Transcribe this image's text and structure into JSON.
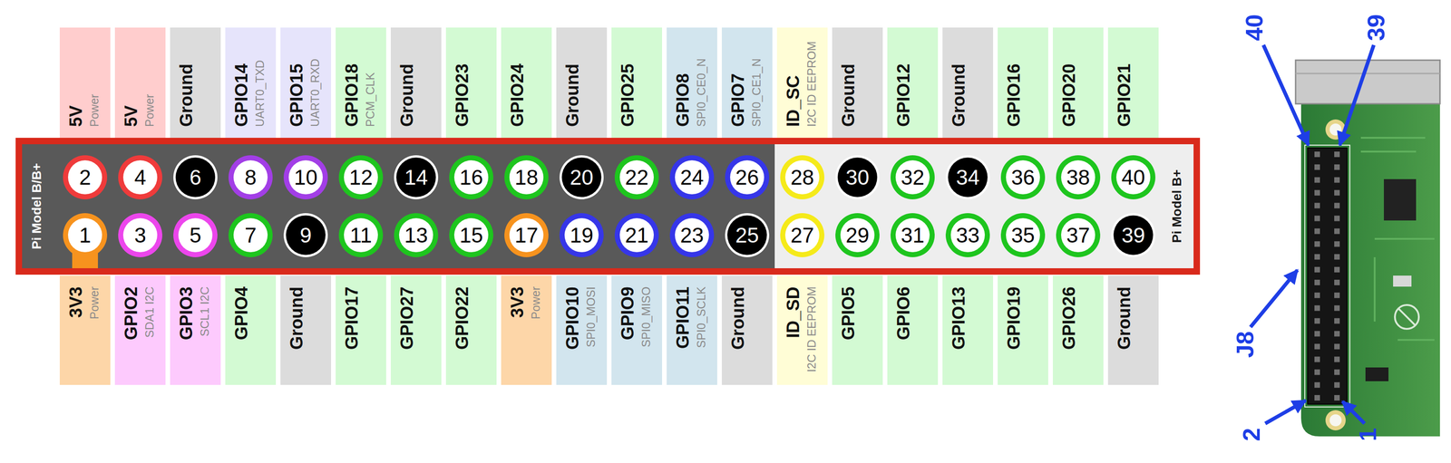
{
  "diagram": {
    "nodes": [
      {
        "text": [
          "5V",
          "Power"
        ]
      },
      {
        "text": [
          "5V",
          "Power"
        ]
      },
      {
        "text": [
          "Ground"
        ]
      },
      {
        "text": [
          "GPIO14",
          "UART0_TXD"
        ]
      },
      {
        "text": [
          "GPIO15",
          "UART0_RXD"
        ]
      },
      {
        "text": [
          "GPIO18",
          "PCM_CLK"
        ]
      },
      {
        "text": [
          "Ground"
        ]
      },
      {
        "text": [
          "GPIO23"
        ]
      },
      {
        "text": [
          "GPIO24"
        ]
      },
      {
        "text": [
          "Ground"
        ]
      },
      {
        "text": [
          "GPIO25"
        ]
      },
      {
        "text": [
          "GPIO8",
          "SPI0_CE0_N"
        ]
      },
      {
        "text": [
          "GPIO7",
          "SPI0_CE1_N"
        ]
      },
      {
        "text": [
          "ID_SC",
          "I2C ID EEPROM"
        ]
      },
      {
        "text": [
          "Ground"
        ]
      },
      {
        "text": [
          "GPIO12"
        ]
      },
      {
        "text": [
          "Ground"
        ]
      },
      {
        "text": [
          "GPIO16"
        ]
      },
      {
        "text": [
          "GPIO20"
        ]
      },
      {
        "text": [
          "GPIO21"
        ]
      },
      {
        "text": [
          "Pi Model B/B+",
          "Pi Model B+"
        ]
      },
      {
        "text": [
          "2"
        ],
        "in": 20
      },
      {
        "text": [
          "4"
        ],
        "in": 20
      },
      {
        "text": [
          "6"
        ],
        "in": 20
      },
      {
        "text": [
          "8"
        ],
        "in": 20
      },
      {
        "text": [
          "10"
        ],
        "in": 20
      },
      {
        "text": [
          "12"
        ],
        "in": 20
      },
      {
        "text": [
          "14"
        ],
        "in": 20
      },
      {
        "text": [
          "16"
        ],
        "in": 20
      },
      {
        "text": [
          "18"
        ],
        "in": 20
      },
      {
        "text": [
          "20"
        ],
        "in": 20
      },
      {
        "text": [
          "22"
        ],
        "in": 20
      },
      {
        "text": [
          "24"
        ],
        "in": 20
      },
      {
        "text": [
          "26"
        ],
        "in": 20
      },
      {
        "text": [
          "28"
        ],
        "in": 20
      },
      {
        "text": [
          "30"
        ],
        "in": 20
      },
      {
        "text": [
          "32"
        ],
        "in": 20
      },
      {
        "text": [
          "34"
        ],
        "in": 20
      },
      {
        "text": [
          "36"
        ],
        "in": 20
      },
      {
        "text": [
          "38"
        ],
        "in": 20
      },
      {
        "text": [
          "40"
        ],
        "in": 20
      },
      {
        "text": [
          "1"
        ],
        "in": 20
      },
      {
        "text": [
          "3"
        ],
        "in": 20
      },
      {
        "text": [
          "5"
        ],
        "in": 20
      },
      {
        "text": [
          "7"
        ],
        "in": 20
      },
      {
        "text": [
          "9"
        ],
        "in": 20
      },
      {
        "text": [
          "11"
        ],
        "in": 20
      },
      {
        "text": [
          "13"
        ],
        "in": 20
      },
      {
        "text": [
          "15"
        ],
        "in": 20
      },
      {
        "text": [
          "17"
        ],
        "in": 20
      },
      {
        "text": [
          "19"
        ],
        "in": 20
      },
      {
        "text": [
          "21"
        ],
        "in": 20
      },
      {
        "text": [
          "23"
        ],
        "in": 20
      },
      {
        "text": [
          "25"
        ],
        "in": 20
      },
      {
        "text": [
          "27"
        ],
        "in": 20
      },
      {
        "text": [
          "29"
        ],
        "in": 20
      },
      {
        "text": [
          "31"
        ],
        "in": 20
      },
      {
        "text": [
          "33"
        ],
        "in": 20
      },
      {
        "text": [
          "35"
        ],
        "in": 20
      },
      {
        "text": [
          "37"
        ],
        "in": 20
      },
      {
        "text": [
          "39"
        ],
        "in": 20
      },
      {
        "text": [
          "3V3",
          "Power"
        ]
      },
      {
        "text": [
          "GPIO2",
          "SDA1 I2C"
        ]
      },
      {
        "text": [
          "GPIO3",
          "SCL1 I2C"
        ]
      },
      {
        "text": [
          "GPIO4"
        ]
      },
      {
        "text": [
          "Ground"
        ]
      },
      {
        "text": [
          "GPIO17"
        ]
      },
      {
        "text": [
          "GPIO27"
        ]
      },
      {
        "text": [
          "GPIO22"
        ]
      },
      {
        "text": [
          "3V3",
          "Power"
        ]
      },
      {
        "text": [
          "GPIO10",
          "SPI0_MOSI"
        ]
      },
      {
        "text": [
          "GPIO9",
          "SPI0_MISO"
        ]
      },
      {
        "text": [
          "GPIO11",
          "SPI0_SCLK"
        ]
      },
      {
        "text": [
          "Ground"
        ]
      },
      {
        "text": [
          "ID_SD",
          "I2C ID EEPROM"
        ]
      },
      {
        "text": [
          "GPIO5"
        ]
      },
      {
        "text": [
          "GPIO6"
        ]
      },
      {
        "text": [
          "GPIO13"
        ]
      },
      {
        "text": [
          "GPIO19"
        ]
      },
      {
        "text": [
          "GPIO26"
        ]
      },
      {
        "text": [
          "Ground"
        ]
      }
    ],
    "labels": [
      "40",
      "39",
      "J8",
      "2",
      "1"
    ]
  }
}
